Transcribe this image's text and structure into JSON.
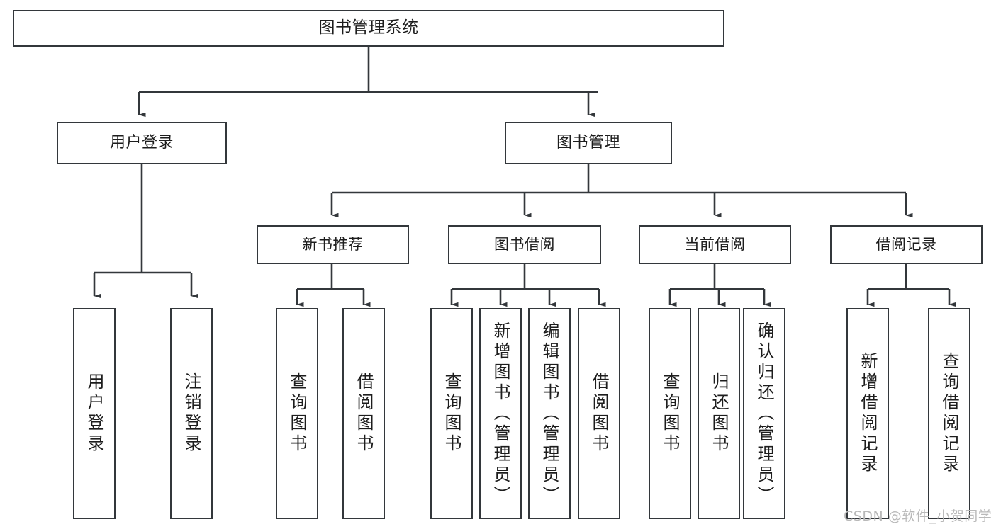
{
  "diagram": {
    "title_text": "图书管理系统",
    "watermark": "CSDN @软件_小贺同学",
    "colors": {
      "box_border": "#33373b",
      "connector": "#33373b",
      "background": "#ffffff",
      "text": "#1d1d1d",
      "watermark": "#b9b9b9"
    },
    "nodes": {
      "root": "图书管理系统",
      "user_login": "用户登录",
      "book_manage": "图书管理",
      "new_book_rec": "新书推荐",
      "book_borrow": "图书借阅",
      "current_borrow": "当前借阅",
      "borrow_record": "借阅记录",
      "leaf_user_login": "用户登录",
      "leaf_logout": "注销登录",
      "leaf_query_book_1": "查询图书",
      "leaf_borrow_book_1": "借阅图书",
      "leaf_query_book_2": "查询图书",
      "leaf_add_book": "新增图书（管理员）",
      "leaf_edit_book": "编辑图书（管理员）",
      "leaf_borrow_book_2": "借阅图书",
      "leaf_query_book_3": "查询图书",
      "leaf_return_book": "归还图书",
      "leaf_confirm_return": "确认归还（管理员）",
      "leaf_add_record": "新增借阅记录",
      "leaf_query_record": "查询借阅记录"
    }
  }
}
